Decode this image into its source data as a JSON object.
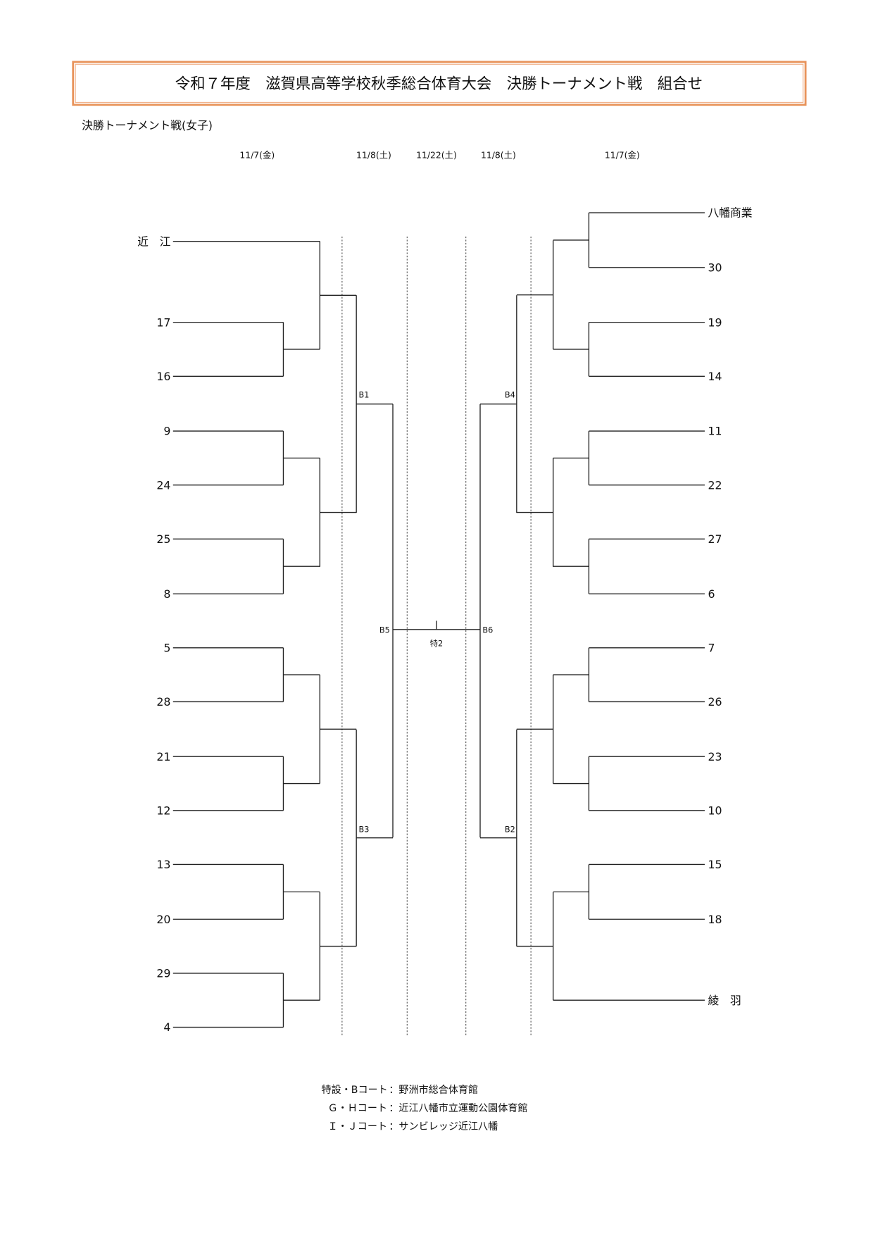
{
  "title": "令和７年度　滋賀県高等学校秋季総合体育大会　決勝トーナメント戦　組合せ",
  "subtitle": "決勝トーナメント戦(女子)",
  "dates": [
    "11/7(金)",
    "11/8(土)",
    "11/22(土)",
    "11/8(土)",
    "11/7(金)"
  ],
  "left_teams": [
    "近　江",
    "17",
    "16",
    "9",
    "24",
    "25",
    "8",
    "5",
    "28",
    "21",
    "12",
    "13",
    "20",
    "29",
    "4"
  ],
  "right_teams": [
    "八幡商業",
    "30",
    "19",
    "14",
    "11",
    "22",
    "27",
    "6",
    "7",
    "26",
    "23",
    "10",
    "15",
    "18",
    "綾　羽"
  ],
  "matches": {
    "b1": "B1",
    "b2": "B2",
    "b3": "B3",
    "b4": "B4",
    "b5": "B5",
    "b6": "B6",
    "final": "特2"
  },
  "colors": {
    "title_border": "#e8935a"
  },
  "footer": [
    {
      "court": "特設・Bコート",
      "venue": "：野洲市総合体育館"
    },
    {
      "court": "Ｇ・Ｈコート",
      "venue": "：近江八幡市立運動公園体育館"
    },
    {
      "court": "Ｉ・Ｊコート",
      "venue": "：サンビレッジ近江八幡"
    }
  ]
}
